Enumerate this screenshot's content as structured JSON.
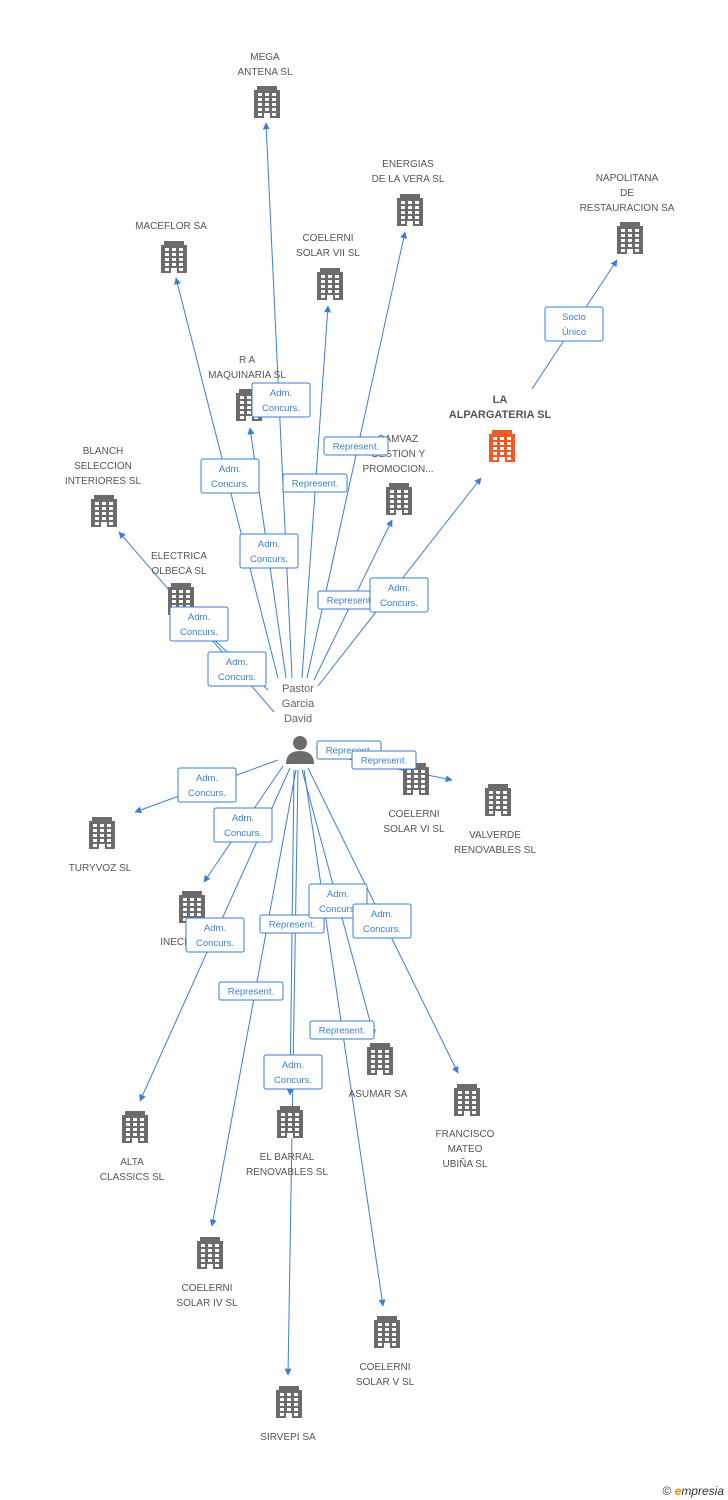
{
  "colors": {
    "edge": "#3a7fd5",
    "building": "#6b6b6b",
    "focus_building": "#f05a28",
    "person": "#6b6b6b"
  },
  "person": {
    "id": "pastor",
    "lines": [
      "Pastor",
      "Garcia",
      "David"
    ],
    "icon": "person-icon"
  },
  "companies": [
    {
      "id": "mega",
      "lines": [
        "MEGA",
        "ANTENA SL"
      ]
    },
    {
      "id": "energias",
      "lines": [
        "ENERGIAS",
        "DE LA VERA SL"
      ]
    },
    {
      "id": "napolitana",
      "lines": [
        "NAPOLITANA",
        "DE",
        "RESTAURACION SA"
      ]
    },
    {
      "id": "maceflor",
      "lines": [
        "MACEFLOR SA"
      ]
    },
    {
      "id": "coelerni7",
      "lines": [
        "COELERNI",
        "SOLAR VII SL"
      ]
    },
    {
      "id": "ra",
      "lines": [
        "R A",
        "MAQUINARIA SL"
      ]
    },
    {
      "id": "alpargateria",
      "lines": [
        "LA",
        "ALPARGATERIA SL"
      ],
      "focus": true
    },
    {
      "id": "samvaz",
      "lines": [
        "SAMVAZ",
        "GESTION Y",
        "PROMOCION..."
      ]
    },
    {
      "id": "blanch",
      "lines": [
        "BLANCH",
        "SELECCION",
        "INTERIORES SL"
      ]
    },
    {
      "id": "electrica",
      "lines": [
        "ELECTRICA",
        "OLBECA SL"
      ]
    },
    {
      "id": "coelerni6",
      "lines": [
        "COELERNI",
        "SOLAR VI SL"
      ]
    },
    {
      "id": "valverde",
      "lines": [
        "VALVERDE",
        "RENOVABLES SL"
      ]
    },
    {
      "id": "turyvoz",
      "lines": [
        "TURYVOZ SL"
      ]
    },
    {
      "id": "inecr",
      "lines": [
        "INECR..."
      ]
    },
    {
      "id": "asumar",
      "lines": [
        "ASUMAR SA"
      ]
    },
    {
      "id": "francisco",
      "lines": [
        "FRANCISCO",
        "MATEO",
        "UBIÑA SL"
      ]
    },
    {
      "id": "alta",
      "lines": [
        "ALTA",
        "CLASSICS SL"
      ]
    },
    {
      "id": "elbarral",
      "lines": [
        "EL BARRAL",
        "RENOVABLES SL"
      ]
    },
    {
      "id": "coelerni4",
      "lines": [
        "COELERNI",
        "SOLAR IV SL"
      ]
    },
    {
      "id": "coelerni5",
      "lines": [
        "COELERNI",
        "SOLAR V SL"
      ]
    },
    {
      "id": "sirvepi",
      "lines": [
        "SIRVEPI SA"
      ]
    }
  ],
  "edges": [
    {
      "from": "pastor",
      "to": "mega",
      "label": [
        "Adm.",
        "Concurs."
      ]
    },
    {
      "from": "pastor",
      "to": "energias",
      "label": [
        "Represent."
      ]
    },
    {
      "from": "pastor",
      "to": "maceflor",
      "label": [
        "Adm.",
        "Concurs."
      ]
    },
    {
      "from": "pastor",
      "to": "coelerni7",
      "label": [
        "Represent."
      ]
    },
    {
      "from": "pastor",
      "to": "ra",
      "label": [
        "Adm.",
        "Concurs."
      ]
    },
    {
      "from": "pastor",
      "to": "samvaz",
      "label": [
        "Represent."
      ]
    },
    {
      "from": "pastor",
      "to": "alpargateria",
      "label": [
        "Adm.",
        "Concurs."
      ]
    },
    {
      "from": "alpargateria",
      "to": "napolitana",
      "label": [
        "Socio",
        "Único"
      ]
    },
    {
      "from": "pastor",
      "to": "blanch",
      "label": [
        "Adm.",
        "Concurs."
      ]
    },
    {
      "from": "pastor",
      "to": "electrica",
      "label": [
        "Adm.",
        "Concurs."
      ]
    },
    {
      "from": "pastor",
      "to": "coelerni6",
      "label": [
        "Represent."
      ]
    },
    {
      "from": "pastor",
      "to": "valverde",
      "label": [
        "Represent."
      ]
    },
    {
      "from": "pastor",
      "to": "turyvoz",
      "label": [
        "Adm.",
        "Concurs."
      ]
    },
    {
      "from": "pastor",
      "to": "inecr",
      "label": [
        "Adm.",
        "Concurs."
      ]
    },
    {
      "from": "pastor",
      "to": "alta",
      "label": [
        "Adm.",
        "Concurs."
      ]
    },
    {
      "from": "pastor",
      "to": "elbarral",
      "label": [
        "Represent."
      ]
    },
    {
      "from": "pastor",
      "to": "asumar",
      "label": [
        "Adm.",
        "Concurs."
      ]
    },
    {
      "from": "pastor",
      "to": "francisco",
      "label": [
        "Adm.",
        "Concurs."
      ]
    },
    {
      "from": "pastor",
      "to": "coelerni4",
      "label": [
        "Represent."
      ]
    },
    {
      "from": "pastor",
      "to": "coelerni5",
      "label": [
        "Represent."
      ]
    },
    {
      "from": "pastor",
      "to": "sirvepi",
      "label": [
        "Adm.",
        "Concurs."
      ]
    }
  ],
  "footer": {
    "copyright": "©",
    "brand_e": "e",
    "brand_rest": "mpresia"
  }
}
